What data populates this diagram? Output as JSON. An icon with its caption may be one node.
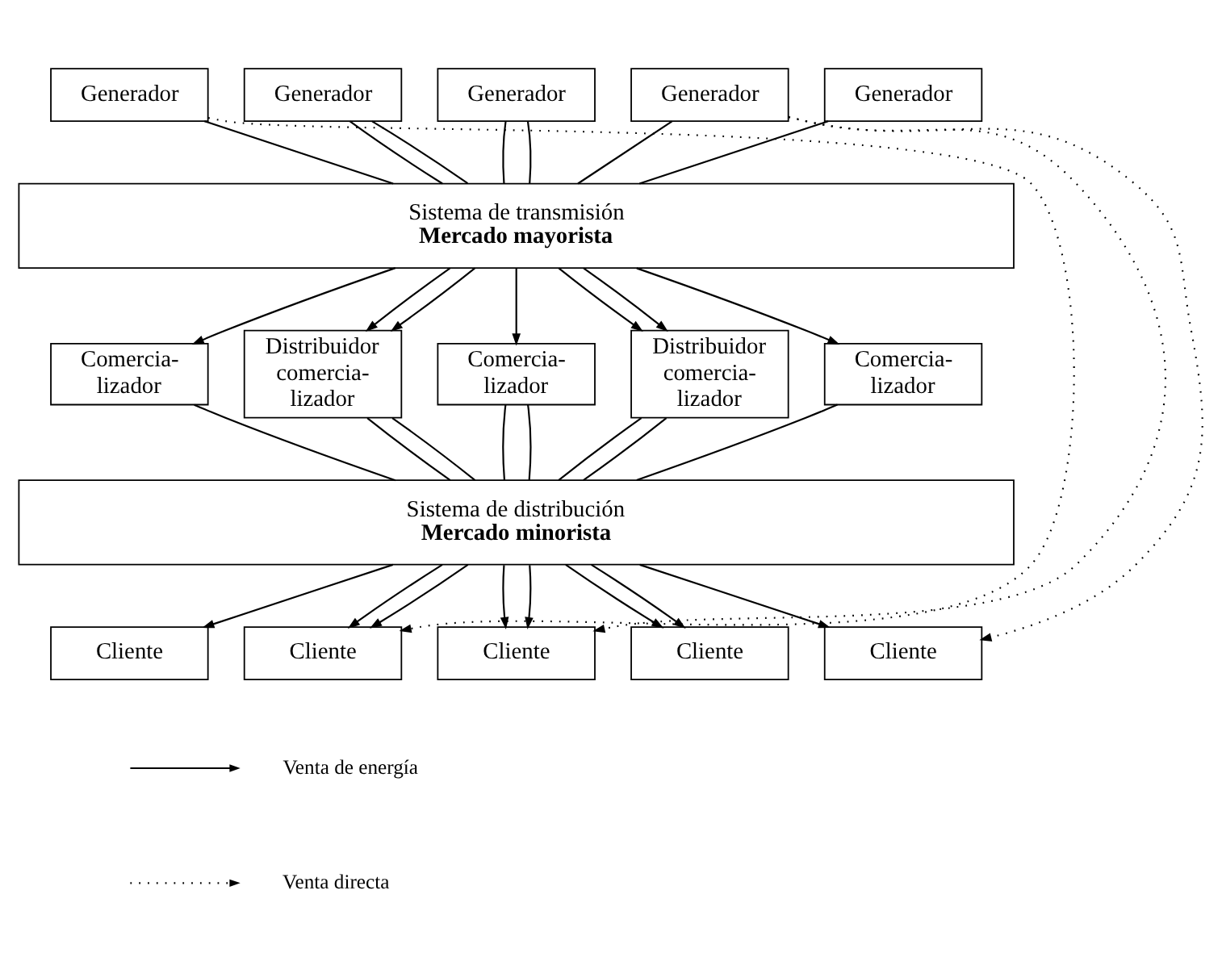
{
  "diagram": {
    "nodes": [
      {
        "text": [
          "Generador"
        ]
      },
      {
        "text": [
          "Generador"
        ]
      },
      {
        "text": [
          "Generador"
        ]
      },
      {
        "text": [
          "Generador"
        ]
      },
      {
        "text": [
          "Generador"
        ]
      },
      {
        "text": [
          "Sistema de transmisión",
          "Mercado mayorista"
        ]
      },
      {
        "text": [
          "Comercia- lizador"
        ]
      },
      {
        "text": [
          "Distribuidor comercia- lizador"
        ]
      },
      {
        "text": [
          "Comercia- lizador"
        ]
      },
      {
        "text": [
          "Distribuidor comercia- lizador"
        ]
      },
      {
        "text": [
          "Comercia- lizador"
        ]
      },
      {
        "text": [
          "Sistema de distribución",
          "Mercado minorista"
        ]
      },
      {
        "text": [
          "Cliente"
        ]
      },
      {
        "text": [
          "Cliente"
        ]
      },
      {
        "text": [
          "Cliente"
        ]
      },
      {
        "text": [
          "Cliente"
        ]
      },
      {
        "text": [
          "Cliente"
        ]
      }
    ],
    "edges": [
      {
        "from": 0,
        "to": 5,
        "arrow": "none"
      },
      {
        "from": 1,
        "to": 5,
        "arrow": "none"
      },
      {
        "from": 1,
        "to": 5,
        "arrow": "none"
      },
      {
        "from": 2,
        "to": 5,
        "arrow": "none"
      },
      {
        "from": 2,
        "to": 5,
        "arrow": "none"
      },
      {
        "from": 3,
        "to": 5,
        "arrow": "none"
      },
      {
        "from": 4,
        "to": 5,
        "arrow": "none"
      },
      {
        "from": 5,
        "to": 6,
        "arrow": "to"
      },
      {
        "from": 5,
        "to": 7,
        "arrow": "to"
      },
      {
        "from": 5,
        "to": 7,
        "arrow": "to"
      },
      {
        "from": 5,
        "to": 8,
        "arrow": "to"
      },
      {
        "from": 5,
        "to": 9,
        "arrow": "to"
      },
      {
        "from": 5,
        "to": 9,
        "arrow": "to"
      },
      {
        "from": 5,
        "to": 10,
        "arrow": "to"
      },
      {
        "from": 6,
        "to": 11,
        "arrow": "none"
      },
      {
        "from": 7,
        "to": 11,
        "arrow": "none"
      },
      {
        "from": 7,
        "to": 11,
        "arrow": "none"
      },
      {
        "from": 8,
        "to": 11,
        "arrow": "none"
      },
      {
        "from": 8,
        "to": 11,
        "arrow": "none"
      },
      {
        "from": 9,
        "to": 11,
        "arrow": "none"
      },
      {
        "from": 9,
        "to": 11,
        "arrow": "none"
      },
      {
        "from": 10,
        "to": 11,
        "arrow": "none"
      },
      {
        "from": 11,
        "to": 12,
        "arrow": "to"
      },
      {
        "from": 11,
        "to": 13,
        "arrow": "to"
      },
      {
        "from": 11,
        "to": 13,
        "arrow": "to"
      },
      {
        "from": 11,
        "to": 14,
        "arrow": "to"
      },
      {
        "from": 11,
        "to": 14,
        "arrow": "to"
      },
      {
        "from": 11,
        "to": 15,
        "arrow": "to"
      },
      {
        "from": 11,
        "to": 15,
        "arrow": "to"
      },
      {
        "from": 11,
        "to": 16,
        "arrow": "to"
      },
      {
        "from": 0,
        "to": 13,
        "arrow": "to",
        "style": "dashed"
      },
      {
        "from": 3,
        "to": 14,
        "arrow": "to",
        "style": "dashed"
      },
      {
        "from": 3,
        "to": 16,
        "arrow": "to",
        "style": "dashed"
      }
    ],
    "legend": [
      {
        "text": "Venta de energía"
      },
      {
        "text": "Venta directa"
      }
    ]
  }
}
